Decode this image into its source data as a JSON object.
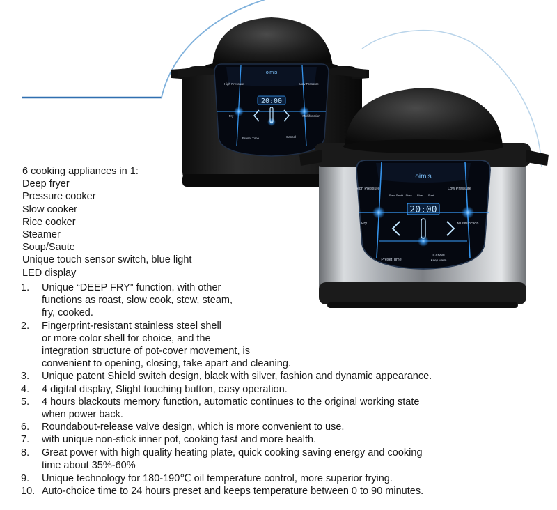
{
  "product": {
    "brand_front": "oimis",
    "brand_back": "oimis",
    "display_front": "20:00",
    "display_back": "20:00",
    "panel_labels": {
      "high_pressure": "High Pressure",
      "low_pressure": "Low Pressure",
      "fry": "Fry",
      "multifunction": "Multifunction",
      "preset_time": "Preset Time",
      "cancel": "Cancel",
      "keep_warm": "Keep warm",
      "top_icons": [
        "Stew Sauté",
        "Stew",
        "Rice",
        "Start"
      ]
    }
  },
  "intro": [
    "6 cooking appliances in 1:",
    "Deep fryer",
    "Pressure cooker",
    "Slow cooker",
    "Rice cooker",
    "Steamer",
    "Soup/Saute",
    "Unique touch sensor switch, blue light",
    "LED display"
  ],
  "features": [
    {
      "num": "1.",
      "lines": [
        "Unique “DEEP FRY” function, with other",
        "functions as roast, slow cook, stew, steam,",
        "fry, cooked."
      ]
    },
    {
      "num": "2.",
      "lines": [
        "Fingerprint-resistant stainless steel shell",
        "or more color shell for choice, and the",
        "integration structure of pot-cover movement, is",
        "convenient to opening, closing, take apart and cleaning."
      ]
    },
    {
      "num": "3.",
      "lines": [
        "Unique patent Shield switch design, black with silver, fashion and dynamic appearance."
      ]
    },
    {
      "num": "4.",
      "lines": [
        "4 digital display, Slight touching button, easy operation."
      ]
    },
    {
      "num": "5.",
      "lines": [
        "4 hours blackouts memory function, automatic continues to the original working state",
        "when power back."
      ]
    },
    {
      "num": "6.",
      "lines": [
        "Roundabout-release valve design, which is more convenient to use."
      ]
    },
    {
      "num": "7.",
      "lines": [
        "with unique non-stick inner pot, cooking fast and more health."
      ]
    },
    {
      "num": "8.",
      "lines": [
        "Great power with high quality heating plate, quick cooking saving energy and cooking",
        "time about 35%-60%"
      ]
    },
    {
      "num": "9.",
      "lines": [
        "Unique technology for 180-190℃ oil temperature control, more superior frying."
      ]
    },
    {
      "num": "10.",
      "lines": [
        "Auto-choice time to 24 hours preset and keeps temperature between 0 to 90 minutes."
      ]
    }
  ],
  "colors": {
    "accent_line": "#2f6fb0",
    "arc": "#9fc2e0",
    "led_blue": "#3aa0ff",
    "cooker_black": "#1c1c1c",
    "steel": "#b9bcc0"
  }
}
